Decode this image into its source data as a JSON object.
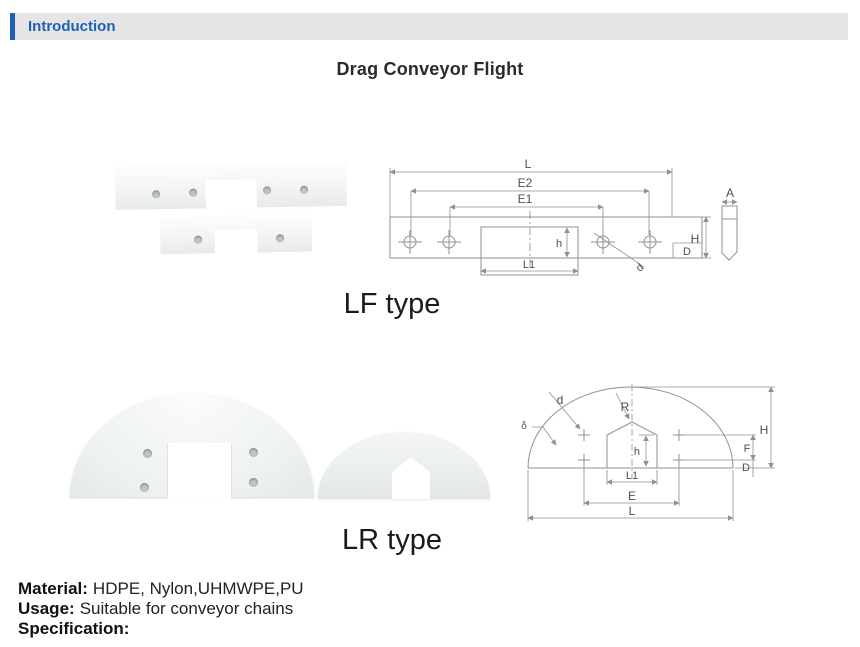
{
  "header": {
    "title": "Introduction"
  },
  "title": "Drag Conveyor Flight",
  "lf": {
    "label": "LF type",
    "dims": {
      "L": "L",
      "E2": "E2",
      "E1": "E1",
      "L1": "L1",
      "h": "h",
      "d": "d",
      "D": "D",
      "H": "H",
      "A": "A"
    }
  },
  "lr": {
    "label": "LR type",
    "dims": {
      "d": "d",
      "delta": "δ",
      "R": "R",
      "h": "h",
      "L1": "L1",
      "E": "E",
      "L": "L",
      "H": "H",
      "F": "F",
      "D": "D"
    }
  },
  "details": {
    "material_label": "Material:",
    "material_value": "HDPE, Nylon,UHMWPE,PU",
    "usage_label": "Usage:",
    "usage_value": "Suitable for conveyor chains",
    "specification_label": "Specification:"
  },
  "colors": {
    "accent": "#1d60b8",
    "header-bg": "#e5e5e5",
    "text": "#262626",
    "draw-stroke": "#909090",
    "draw-label": "#4f4f52"
  }
}
